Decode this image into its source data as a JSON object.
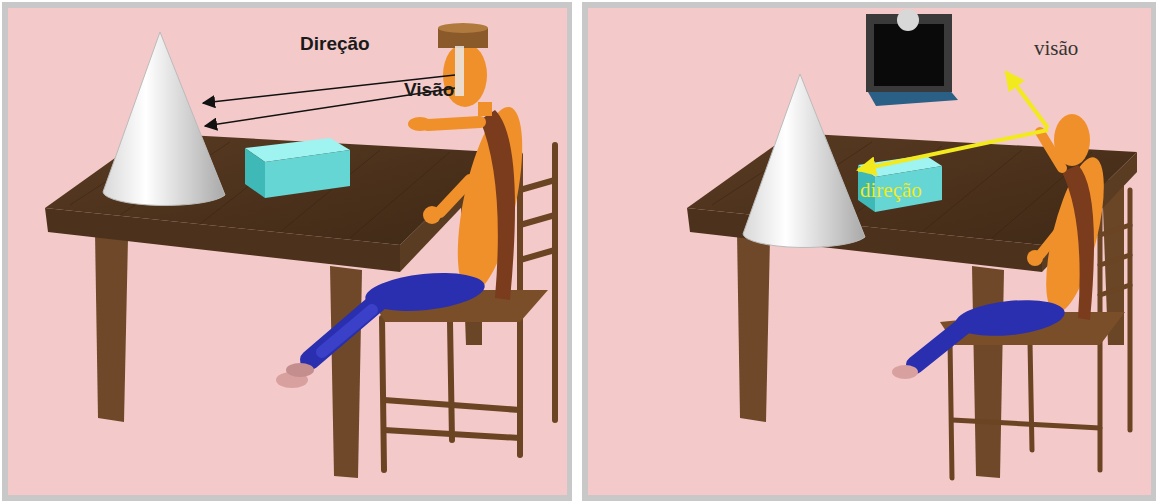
{
  "diagram": {
    "labels": [
      "Direção",
      "Visão",
      "visão",
      "direção"
    ]
  }
}
